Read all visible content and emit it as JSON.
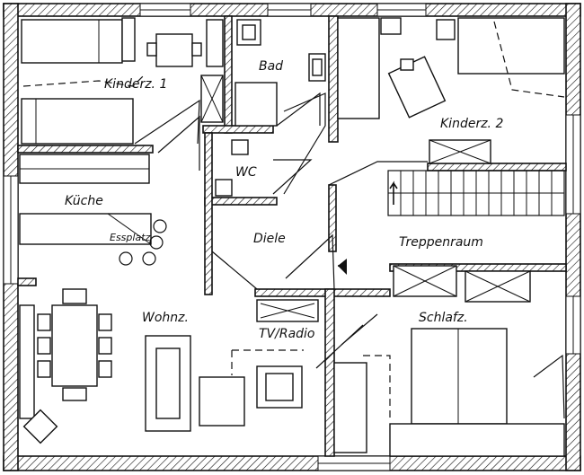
{
  "rooms": {
    "kinderz1": "Kinderz. 1",
    "bad": "Bad",
    "kinderz2": "Kinderz. 2",
    "wc": "WC",
    "kueche": "Küche",
    "essplatz": "Essplatz",
    "diele": "Diele",
    "treppenraum": "Treppenraum",
    "wohnz": "Wohnz.",
    "schlafz": "Schlafz.",
    "tv_radio": "TV/Radio"
  }
}
